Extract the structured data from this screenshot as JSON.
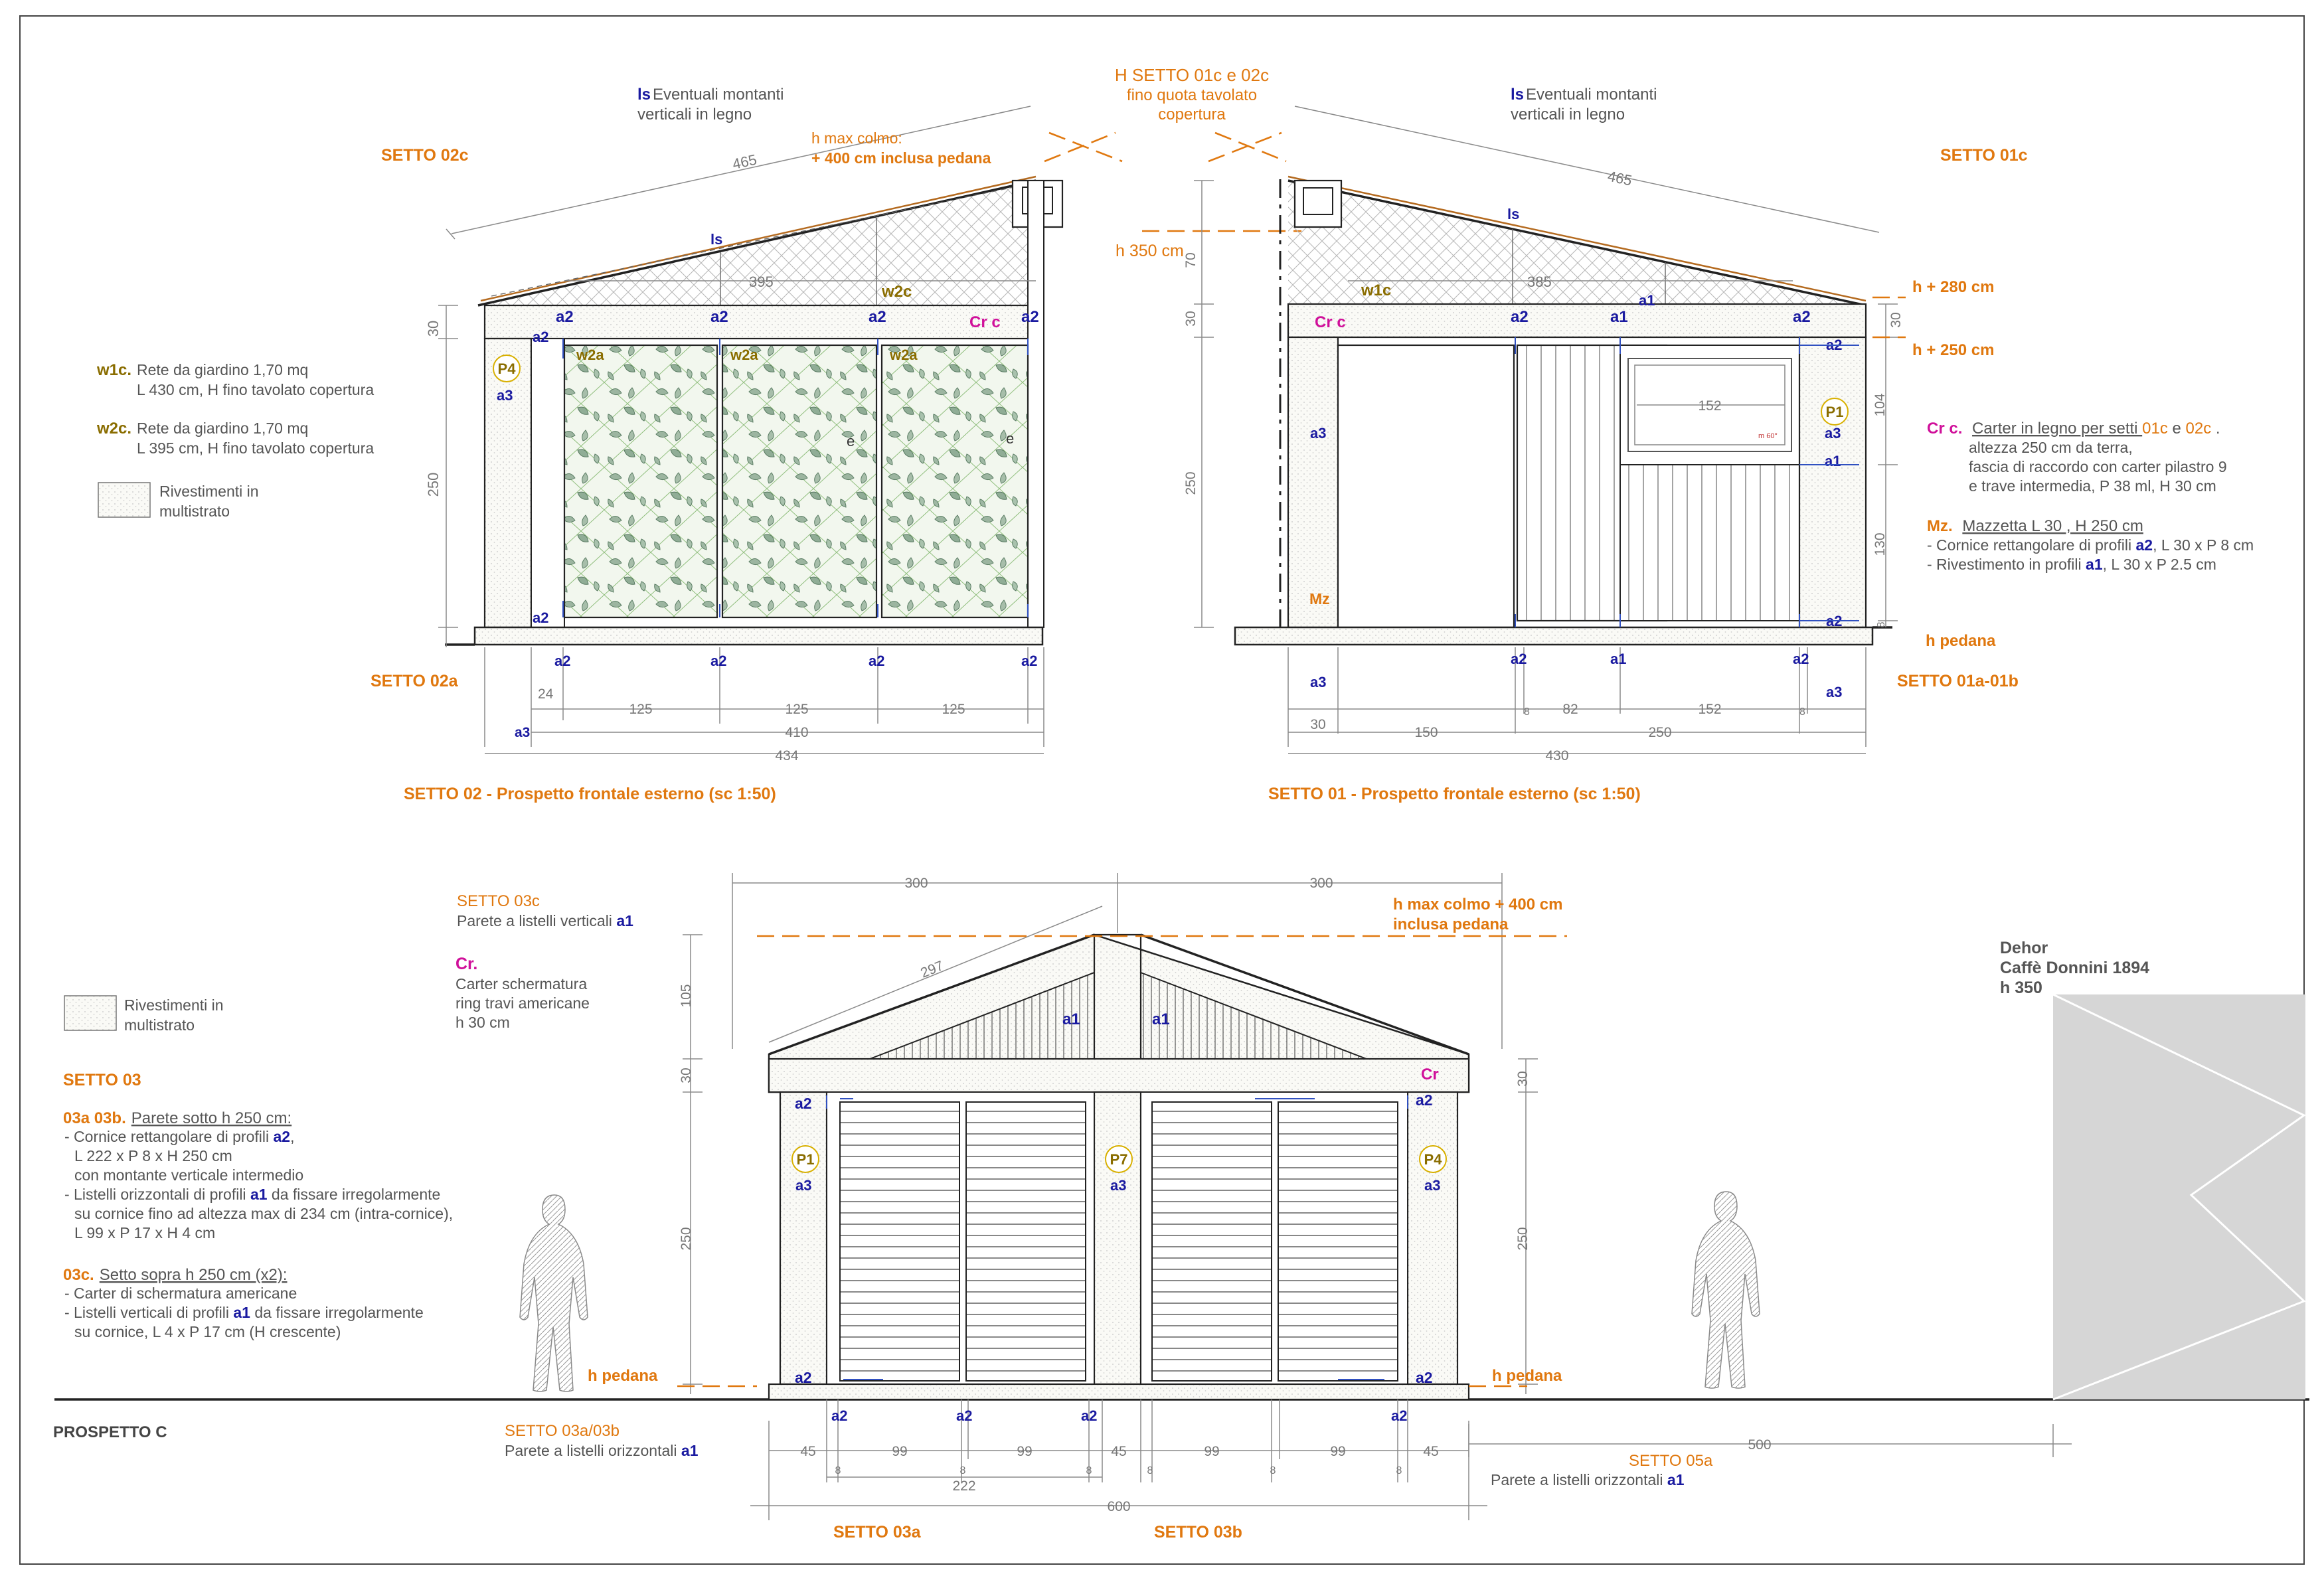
{
  "setto02": {
    "ls_note": [
      "Eventuali montanti",
      "verticali in legno"
    ],
    "title_corner": "SETTO 02c",
    "hmax": [
      "h max colmo:",
      "+ 400 cm inclusa pedana"
    ],
    "dim_slope": "465",
    "dim_395": "395",
    "dim_30": "30",
    "dim_250": "250",
    "crc": "Cr c",
    "w2c": "w2c",
    "w2a": "w2a",
    "p4": "P4",
    "a2": "a2",
    "a3": "a3",
    "e": "e",
    "setto02a": "SETTO 02a",
    "dims_bottom": [
      "24",
      "125",
      "125",
      "125"
    ],
    "dim_410": "410",
    "dim_434": "434",
    "caption": "SETTO 02 - Prospetto frontale esterno (sc 1:50)"
  },
  "center_note": [
    "H SETTO 01c e 02c",
    "fino quota tavolato",
    "copertura"
  ],
  "h350": "h 350 cm",
  "setto01": {
    "ls_note": [
      "Eventuali montanti",
      "verticali in legno"
    ],
    "title_corner": "SETTO 01c",
    "dim_slope": "465",
    "dim_385": "385",
    "dim_70": "70",
    "dim_30": "30",
    "dim_250": "250",
    "dim_104": "104",
    "dim_130": "130",
    "dim_8": "8",
    "h280": "h  + 280 cm",
    "h250": "h  + 250 cm",
    "hpedana": "h  pedana",
    "crc": "Cr c",
    "w1c": "w1c",
    "a1": "a1",
    "a2": "a2",
    "a3": "a3",
    "p1": "P1",
    "mz": "Mz",
    "dim_152": "152",
    "m60": "m 60°",
    "setto01ab": "SETTO 01a-01b",
    "dims_bottom": [
      "30",
      "150",
      "8",
      "82",
      "152",
      "8"
    ],
    "dim_250b": "250",
    "dim_430": "430",
    "caption": "SETTO 01 - Prospetto frontale esterno (sc 1:50)"
  },
  "ls": "ls",
  "legend_top": {
    "w1c_code": "w1c.",
    "w1c_lines": [
      "Rete da giardino 1,70 mq",
      "L 430 cm, H fino tavolato copertura"
    ],
    "w2c_code": "w2c.",
    "w2c_lines": [
      "Rete da giardino 1,70 mq",
      "L 395 cm, H fino tavolato copertura"
    ],
    "riv": [
      "Rivestimenti in",
      "multistrato"
    ]
  },
  "notes_right": {
    "crc_code": "Cr c.",
    "crc_line1": "Carter in legno per setti ",
    "crc_01c": "01c",
    "crc_e": " e ",
    "crc_02c": "02c",
    "crc_dot": " .",
    "crc_lines": [
      "altezza 250 cm da terra,",
      "fascia di raccordo con carter pilastro 9",
      "e trave intermedia, P 38 ml, H 30 cm"
    ],
    "mz_code": "Mz.",
    "mz_title": "Mazzetta L 30 , H 250 cm",
    "mz_l1a": "- Cornice rettangolare di profili ",
    "mz_l1b": "a2",
    "mz_l1c": ", L 30 x P 8 cm",
    "mz_l2a": "- Rivestimento in profili ",
    "mz_l2b": "a1",
    "mz_l2c": ", L 30 x P 2.5 cm"
  },
  "prospettoC": {
    "setto03c": "SETTO 03c",
    "setto03c_desc": "Parete a listelli verticali ",
    "a1": "a1",
    "cr": "Cr.",
    "cr_lines": [
      "Carter schermatura",
      "ring travi americane",
      "h 30 cm"
    ],
    "dim_300a": "300",
    "dim_300b": "300",
    "dim_297": "297",
    "dim_105": "105",
    "dim_30": "30",
    "dim_250": "250",
    "hmax": [
      "h max colmo + 400 cm",
      "inclusa pedana"
    ],
    "crr": "Cr",
    "a2": "a2",
    "a3": "a3",
    "p1": "P1",
    "p7": "P7",
    "p4": "P4",
    "hpedana": "h  pedana",
    "setto03ab": "SETTO 03a/03b",
    "setto03ab_desc": "Parete a listelli orizzontali ",
    "setto05a": "SETTO 05a",
    "setto05a_desc": "Parete a listelli orizzontali ",
    "dims_bottom": [
      "45",
      "99",
      "99",
      "45",
      "99",
      "99",
      "45"
    ],
    "dim_8": "8",
    "dim_222": "222",
    "dim_600": "600",
    "dim_500": "500",
    "setto03a": "SETTO 03a",
    "setto03b": "SETTO 03b",
    "label": "PROSPETTO  C"
  },
  "legend_bottom": {
    "riv": [
      "Rivestimenti in",
      "multistrato"
    ],
    "setto03": "SETTO 03",
    "n03ab_code": "03a  03b.",
    "n03ab_title": "Parete sotto h 250 cm:",
    "n03ab_l1a": "- Cornice rettangolare di profili ",
    "n03ab_l1b": "a2",
    "n03ab_l1c": ",",
    "n03ab_l2": "L 222 x P 8 x H 250 cm",
    "n03ab_l3": "con montante verticale intermedio",
    "n03ab_l4a": "- Listelli orizzontali di profili ",
    "n03ab_l4b": "a1",
    "n03ab_l4c": " da fissare irregolarmente",
    "n03ab_l5": "su cornice fino ad altezza max di 234 cm (intra-cornice),",
    "n03ab_l6": "L 99 x P 17 x H 4 cm",
    "n03c_code": "03c.",
    "n03c_title": "Setto sopra h 250 cm (x2):",
    "n03c_l1": "- Carter di schermatura americane",
    "n03c_l2a": "- Listelli verticali di profili ",
    "n03c_l2b": "a1",
    "n03c_l2c": " da fissare irregolarmente",
    "n03c_l3": "su cornice, L 4 x P 17  cm (H crescente)"
  },
  "dehor": [
    "Dehor",
    "Caffè Donnini 1894",
    "h 350"
  ]
}
